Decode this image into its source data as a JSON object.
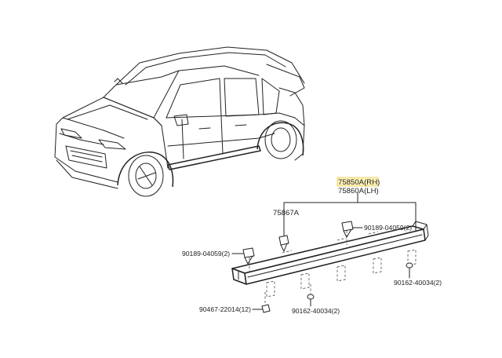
{
  "callouts": {
    "part_rh": "75850A(RH)",
    "part_lh": "75860A(LH)",
    "clip_main": "75867A",
    "clip_right": "90189-04059(2)",
    "clip_left": "90189-04059(2)",
    "screw_right": "90162-40034(2)",
    "screw_bottom": "90162-40034(2)",
    "screw_left": "90467-22014(12)"
  },
  "colors": {
    "line": "#222222",
    "highlight": "#fff3b8"
  },
  "icons": [
    "vehicle-suv-icon",
    "rocker-molding-icon",
    "clip-icon",
    "screw-icon"
  ]
}
